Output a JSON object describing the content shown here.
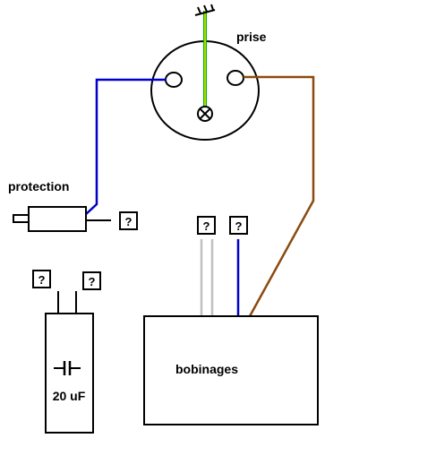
{
  "labels": {
    "prise": "prise",
    "protection": "protection",
    "bobinages": "bobinages",
    "capacitor_value": "20 uF"
  },
  "unknown_markers": [
    "?",
    "?",
    "?",
    "?",
    "?"
  ],
  "wire_colors": {
    "phase_blue": "#0000c8",
    "brown": "#8b4a10",
    "earth_green": "#00b000",
    "earth_yellow": "#e8e800",
    "grey": "#c0c0c0",
    "outline": "#000000"
  }
}
